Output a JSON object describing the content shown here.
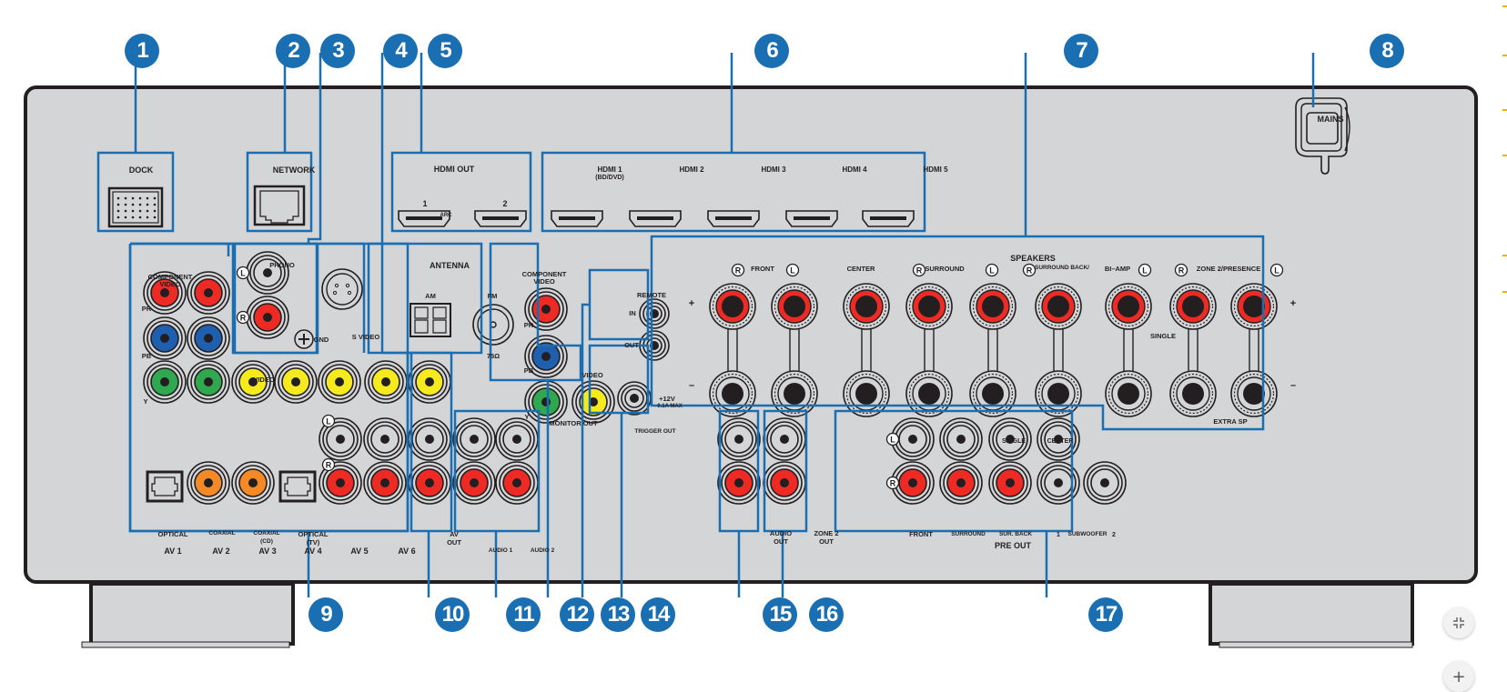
{
  "diagram": {
    "title": "AV Receiver rear panel",
    "colors": {
      "panel": "#d4d5d7",
      "outline": "#231f20",
      "callout": "#1a6fb3",
      "red": "#ee2a24",
      "blue": "#1f5fb0",
      "green": "#2fa84f",
      "yellow": "#f4ea1e",
      "orange": "#f38a26"
    },
    "callouts": [
      "1",
      "2",
      "3",
      "4",
      "5",
      "6",
      "7",
      "8",
      "9",
      "10",
      "11",
      "12",
      "13",
      "14",
      "15",
      "16",
      "17"
    ],
    "dock": {
      "label": "DOCK"
    },
    "network": {
      "label": "NETWORK"
    },
    "phono": {
      "label": "PHONO",
      "left": "L",
      "right": "R",
      "gnd": "GND"
    },
    "svideo": {
      "label": "S VIDEO"
    },
    "antenna": {
      "label": "ANTENNA",
      "am": "AM",
      "fm": "FM",
      "ohm": "75Ω"
    },
    "hdmi_out": {
      "label": "HDMI OUT",
      "port1": "1",
      "port2": "2",
      "arc": "ARC"
    },
    "hdmi_in": [
      {
        "label": "HDMI 1",
        "sub": "(BD/DVD)"
      },
      {
        "label": "HDMI 2",
        "sub": ""
      },
      {
        "label": "HDMI 3",
        "sub": ""
      },
      {
        "label": "HDMI 4",
        "sub": ""
      },
      {
        "label": "HDMI 5",
        "sub": ""
      }
    ],
    "mains": {
      "label": "MAINS"
    },
    "component_in": {
      "label1": "COMPONENT",
      "label2": "VIDEO",
      "pr": "PR",
      "pb": "PB",
      "y": "Y",
      "video": "VIDEO"
    },
    "av_inputs": {
      "left": "L",
      "right": "R",
      "jacks": [
        "OPTICAL",
        "COAXIAL",
        "COAXIAL",
        "OPTICAL"
      ],
      "subs": [
        "",
        "",
        "(CD)",
        "(TV)"
      ],
      "names": [
        "AV 1",
        "AV 2",
        "AV 3",
        "AV 4",
        "AV 5",
        "AV 6"
      ]
    },
    "av_out": {
      "line1": "AV",
      "line2": "OUT"
    },
    "audio_in": {
      "audio1": "AUDIO 1",
      "audio2": "AUDIO 2"
    },
    "monitor_out": {
      "label1": "COMPONENT",
      "label2": "VIDEO",
      "pr": "PR",
      "pb": "PB",
      "y": "Y",
      "video": "VIDEO",
      "title": "MONITOR OUT"
    },
    "remote": {
      "label": "REMOTE",
      "in": "IN",
      "out": "OUT"
    },
    "trigger": {
      "v": "+12V",
      "ma": "0.1A MAX",
      "label": "TRIGGER OUT"
    },
    "speakers": {
      "label": "SPEAKERS",
      "front": "FRONT",
      "center": "CENTER",
      "surround": "SURROUND",
      "sb_biamp": "SURROUND BACK/",
      "biamp": "BI–AMP",
      "zone2": "ZONE 2/PRESENCE",
      "r": "R",
      "l": "L",
      "plus": "+",
      "minus": "–",
      "single": "SINGLE",
      "extra": "EXTRA SP"
    },
    "audio_out": {
      "line1": "AUDIO",
      "line2": "OUT"
    },
    "zone2_out": {
      "line1": "ZONE 2",
      "line2": "OUT"
    },
    "pre_out": {
      "l": "L",
      "r": "R",
      "single": "SINGLE",
      "center": "CENTER",
      "front": "FRONT",
      "surround": "SURROUND",
      "surback": "SUR. BACK",
      "sub1": "1",
      "subwoofer": "SUBWOOFER",
      "sub2": "2",
      "title": "PRE OUT"
    }
  },
  "viewer": {
    "collapse_icon": "collapse-icon",
    "zoom_in_icon": "plus-icon",
    "zoom_in": "+"
  }
}
